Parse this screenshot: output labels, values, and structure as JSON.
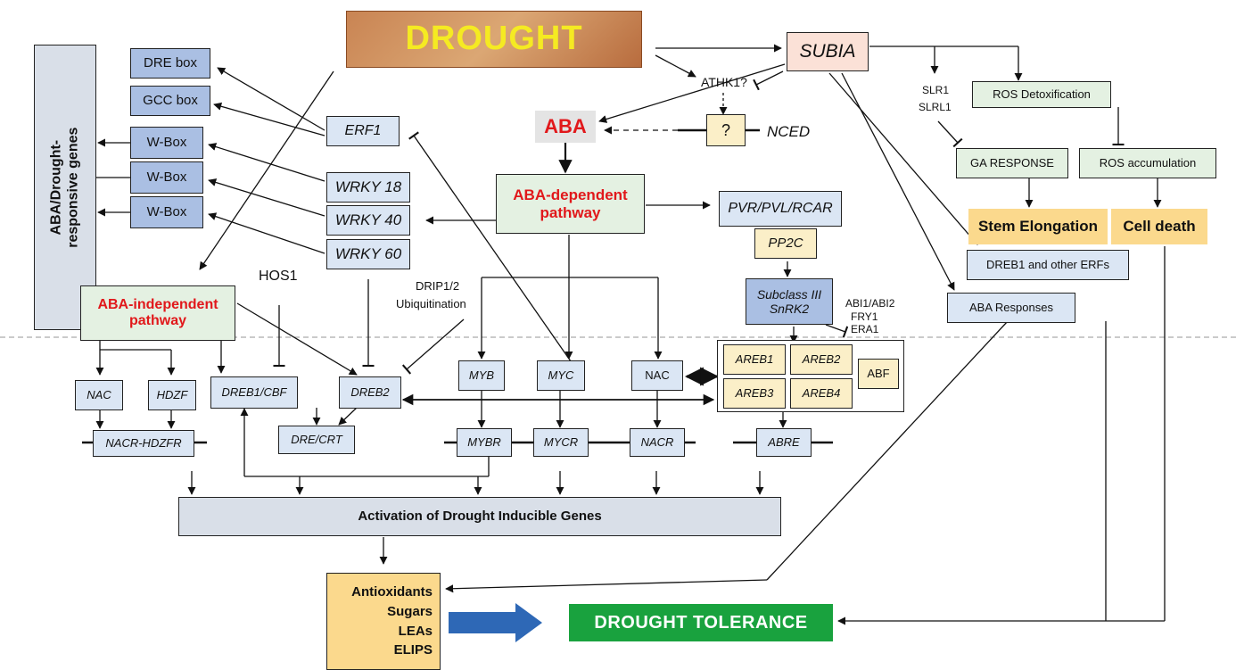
{
  "drought": {
    "label": "DROUGHT",
    "text_color": "#f5ea22",
    "bg": [
      "#b56a3c",
      "#d8a06a",
      "#c47a48"
    ]
  },
  "subia": "SUBIA",
  "athk1": "ATHK1?",
  "question": "?",
  "nced": "NCED",
  "aba": "ABA",
  "aba_dependent": {
    "line1": "ABA-dependent",
    "line2": "pathway"
  },
  "aba_independent": {
    "line1": "ABA-independent",
    "line2": "pathway"
  },
  "pvr": "PVR/PVL/RCAR",
  "pp2c": "PP2C",
  "snrk2": {
    "line1": "Subclass III",
    "line2": "SnRK2"
  },
  "abi_labels": [
    "ABI1/ABI2",
    "FRY1",
    "ERA1"
  ],
  "left_genes": [
    "DRE box",
    "GCC box",
    "W-Box",
    "W-Box",
    "W-Box"
  ],
  "side_label": {
    "line1": "ABA/Drought-",
    "line2": "responsive genes"
  },
  "erf1": "ERF1",
  "wrky": [
    "WRKY 18",
    "WRKY 40",
    "WRKY 60"
  ],
  "hos1": "HOS1",
  "drip": [
    "DRIP1/2",
    "Ubiquitination"
  ],
  "tf": {
    "nac1": "NAC",
    "hdzf": "HDZF",
    "dreb1": "DREB1/CBF",
    "dreb2": "DREB2",
    "myb": "MYB",
    "myc": "MYC",
    "nac2": "NAC"
  },
  "areb": [
    "AREB1",
    "AREB2",
    "AREB3",
    "AREB4"
  ],
  "abf": "ABF",
  "promoters": {
    "nacr_hdzfr": "NACR-HDZFR",
    "dre_crt": "DRE/CRT",
    "mybr": "MYBR",
    "mycr": "MYCR",
    "nacr": "NACR",
    "abre": "ABRE"
  },
  "activation": "Activation of Drought Inducible Genes",
  "products": [
    "Antioxidants",
    "Sugars",
    "LEAs",
    "ELIPS"
  ],
  "tolerance": "DROUGHT TOLERANCE",
  "slr": [
    "SLR1",
    "SLRL1"
  ],
  "ros_detox": "ROS Detoxification",
  "ga_response": "GA RESPONSE",
  "ros_accum": "ROS accumulation",
  "stem": "Stem Elongation",
  "cell_death": "Cell death",
  "dreb1_erfs": "DREB1 and other ERFs",
  "aba_responses": "ABA Responses",
  "colors": {
    "red_text": "#e1181b",
    "tolerance_bg": "#19a23e",
    "blue_arrow": "#2e68b6",
    "orange_box": "#fbd98d",
    "dark_blue_box": "#aabfe3"
  }
}
